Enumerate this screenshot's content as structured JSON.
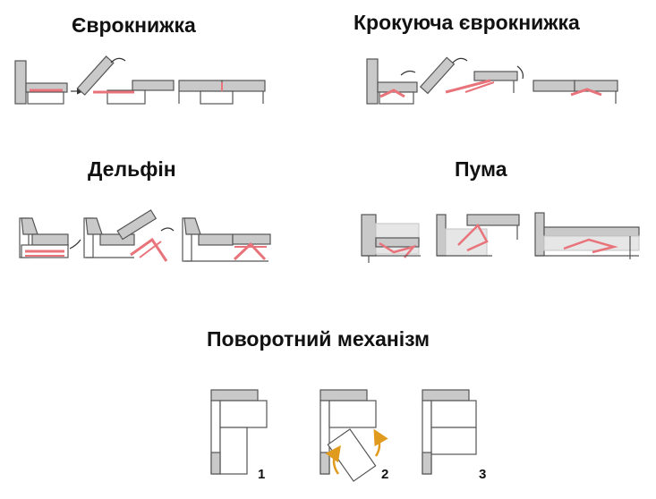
{
  "mechanisms": [
    {
      "title": "Єврокнижка"
    },
    {
      "title": "Крокуюча єврокнижка"
    },
    {
      "title": "Дельфін"
    },
    {
      "title": "Пума"
    },
    {
      "title": "Поворотний механізм",
      "steps": [
        "1",
        "2",
        "3"
      ]
    }
  ],
  "colors": {
    "frame": "#c9c9c9",
    "outline": "#555555",
    "mechanism": "#e8737a",
    "arrow": "#e09a1e",
    "dark": "#333333"
  }
}
